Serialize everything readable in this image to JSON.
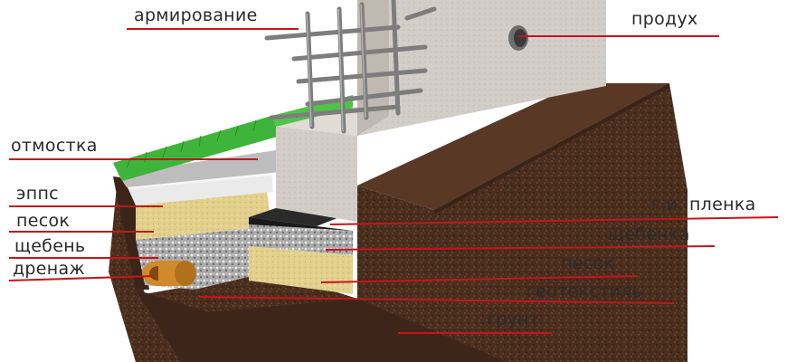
{
  "labels": {
    "armirovanie": "армирование",
    "produh": "продух",
    "otmostka": "отмостка",
    "epps": "эппс",
    "pesok_left": "песок",
    "shchebЕn": "щебень",
    "drenazh": "дренаж",
    "gi_plenka": "г.и. пленка",
    "shchebenka": "щебенка",
    "pesok_right": "песок",
    "geotekstil": "геотекстиль",
    "grunt": "грунт"
  },
  "colors": {
    "leader": "#c4161c",
    "soil": "#4a2e1e",
    "concrete": "#cfcac3",
    "sand": "#e0cf8a",
    "gravel": "#a8a8a8",
    "grass": "#3fb43a",
    "epps": "#e8e8e8",
    "membrane": "#2b2b2b",
    "rebar": "#7d7d7d",
    "drain_pipe": "#d08a2a"
  }
}
